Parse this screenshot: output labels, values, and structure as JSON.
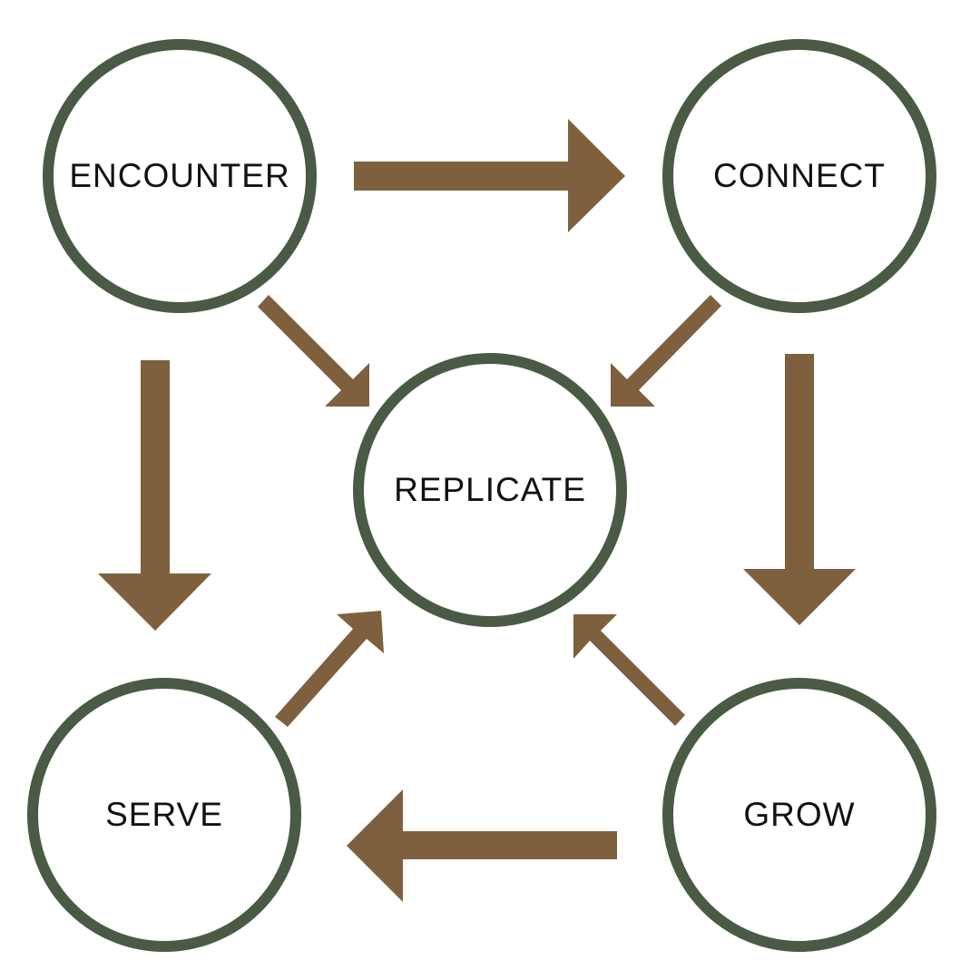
{
  "colors": {
    "circle_stroke": "#4a5a45",
    "arrow_fill": "#7f603e",
    "label": "#111111",
    "background": "#ffffff"
  },
  "nodes": {
    "encounter": "ENCOUNTER",
    "connect": "CONNECT",
    "replicate": "REPLICATE",
    "serve": "SERVE",
    "grow": "GROW"
  },
  "edges": [
    {
      "from": "encounter",
      "to": "connect"
    },
    {
      "from": "connect",
      "to": "grow"
    },
    {
      "from": "grow",
      "to": "serve"
    },
    {
      "from": "encounter",
      "to": "serve"
    },
    {
      "from": "encounter",
      "to": "replicate"
    },
    {
      "from": "connect",
      "to": "replicate"
    },
    {
      "from": "serve",
      "to": "replicate"
    },
    {
      "from": "grow",
      "to": "replicate"
    }
  ]
}
